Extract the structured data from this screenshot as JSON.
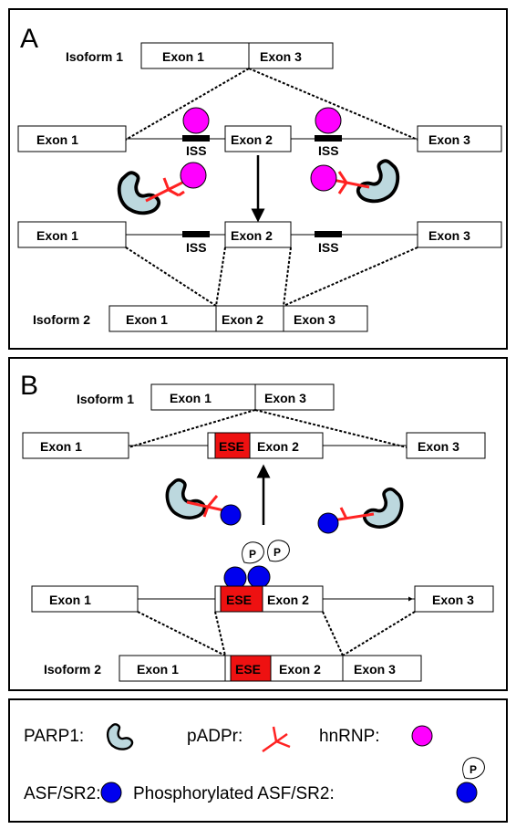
{
  "panel_a": {
    "letter": "A",
    "isoform1_label": "Isoform 1",
    "isoform2_label": "Isoform 2",
    "exon1": "Exon 1",
    "exon2": "Exon 2",
    "exon3": "Exon 3",
    "iss": "ISS"
  },
  "panel_b": {
    "letter": "B",
    "isoform1_label": "Isoform 1",
    "isoform2_label": "Isoform 2",
    "exon1": "Exon 1",
    "exon2": "Exon 2",
    "exon3": "Exon 3",
    "ese": "ESE",
    "phospho": "P"
  },
  "legend": {
    "parp1": "PARP1:",
    "padpr": "pADPr:",
    "hnrnp": "hnRNP:",
    "asf": "ASF/SR2:",
    "phos_asf": "Phosphorylated ASF/SR2:",
    "phospho": "P"
  },
  "colors": {
    "hnrnp": "#ff00ff",
    "asf": "#0000ee",
    "ese": "#ee1111",
    "padpr": "#ff2222",
    "parp1_fill": "#bcd8de",
    "iss": "#000000"
  },
  "icons": [
    "parp1-protein-icon",
    "padpr-chain-icon",
    "hnrnp-sphere-icon",
    "asf-sphere-icon",
    "phosphate-tag-icon"
  ]
}
